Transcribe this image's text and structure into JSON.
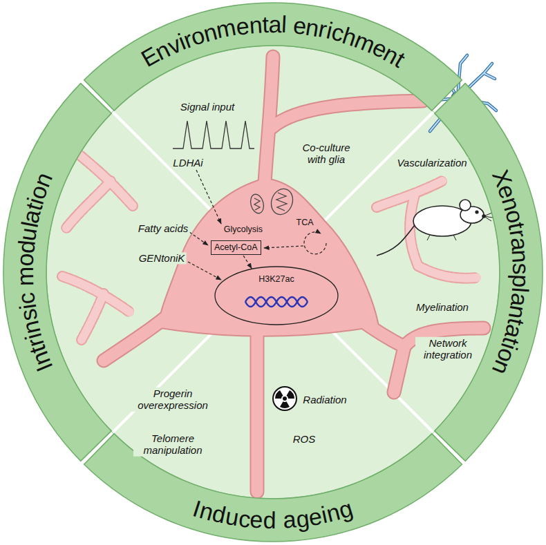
{
  "diagram": {
    "nodes": [
      {
        "text": [
          "Environmental enrichment"
        ]
      },
      {
        "text": [
          "Xenotransplantation"
        ]
      },
      {
        "text": [
          "Induced ageing"
        ]
      },
      {
        "text": [
          "Intrinsic modulation"
        ]
      },
      {
        "text": [
          "Acetyl-CoA"
        ]
      },
      {
        "text": [
          "H3K27ac"
        ]
      }
    ],
    "edges": [
      {
        "from": 4,
        "to": 5,
        "arrow": "to"
      }
    ],
    "labels": [
      "Signal input",
      "Co-culture with glia",
      "LDHAi",
      "Glycolysis",
      "TCA",
      "Fatty acids",
      "GENtoniK",
      "Vascularization",
      "Myelination",
      "Network integration",
      "Progerin overexpression",
      "Telomere manipulation",
      "Radiation",
      "ROS"
    ]
  }
}
